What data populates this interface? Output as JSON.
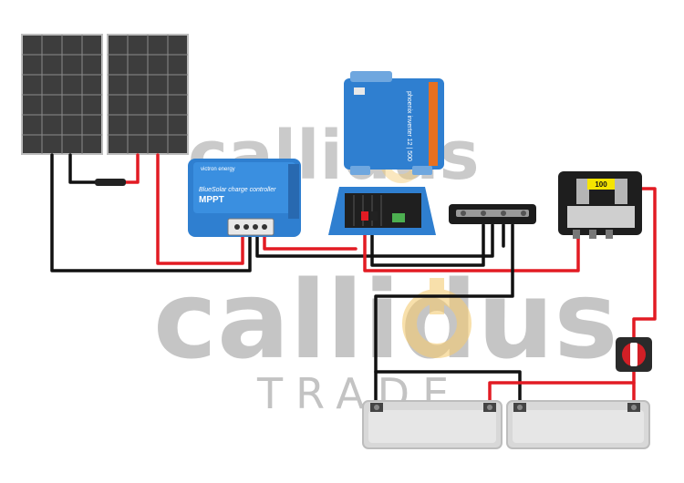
{
  "watermark": {
    "brand_top": "callidus",
    "brand_main": "callidus",
    "brand_sub": "TRADE",
    "brand_color": "#8c8c8c",
    "accent_color": "#f2c15a"
  },
  "mppt": {
    "brand": "victron energy",
    "model": "BlueSolar charge controller",
    "type": "MPPT",
    "color": "#2f7fd0"
  },
  "inverter": {
    "model": "phoenix inverter 12 | 500",
    "color": "#2f7fd0",
    "stripe_color": "#e8701f"
  },
  "fuse_holder": {
    "rating": "100",
    "label_color": "#f5e400"
  },
  "wire_colors": {
    "positive": "#e21b23",
    "negative": "#111111"
  }
}
